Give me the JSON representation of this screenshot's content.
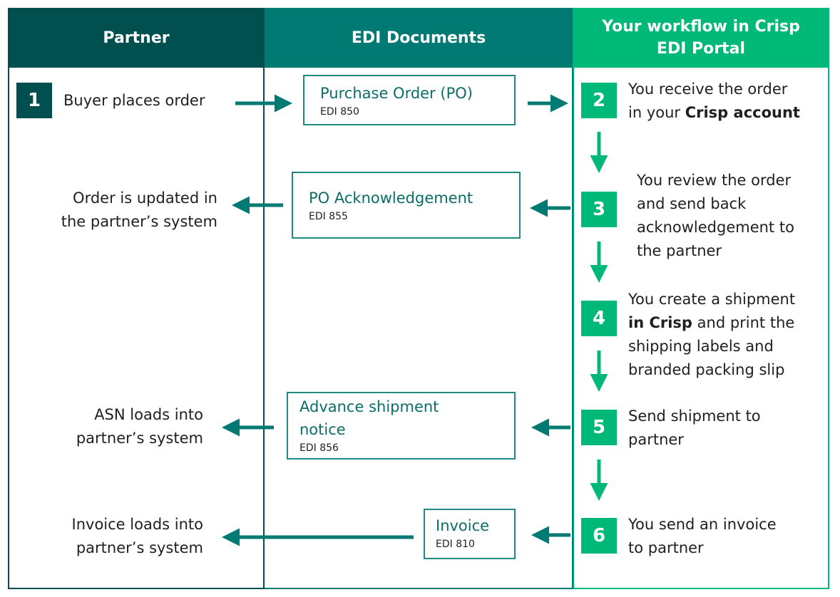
{
  "headers": {
    "partner": "Partner",
    "edi": "EDI Documents",
    "crisp": "Your workflow in Crisp EDI Portal"
  },
  "partner": {
    "step1_number": "1",
    "step1_text": "Buyer places order",
    "order_updated_line1": "Order is updated in",
    "order_updated_line2": "the partner’s system",
    "asn_line1": "ASN loads into",
    "asn_line2": "partner’s system",
    "invoice_line1": "Invoice loads into",
    "invoice_line2": "partner’s system"
  },
  "documents": {
    "po_title": "Purchase Order (PO)",
    "po_code": "EDI 850",
    "ack_title": "PO Acknowledgement",
    "ack_code": "EDI 855",
    "asn_title_line1": "Advance shipment",
    "asn_title_line2": "notice",
    "asn_code": "EDI 856",
    "invoice_title": "Invoice",
    "invoice_code": "EDI 810"
  },
  "crisp": {
    "step2_number": "2",
    "step2_line1": "You receive the order",
    "step2_line2_pre": "in your ",
    "step2_line2_bold": "Crisp account",
    "step3_number": "3",
    "step3_line1": "You review the order",
    "step3_line2": "and send back",
    "step3_line3": "acknowledgement to",
    "step3_line4": "the partner",
    "step4_number": "4",
    "step4_line1": "You create a shipment",
    "step4_line2_bold": "in Crisp",
    "step4_line2_post": " and print the",
    "step4_line3": "shipping labels and",
    "step4_line4": "branded packing slip",
    "step5_number": "5",
    "step5_line1": "Send shipment to",
    "step5_line2": "partner",
    "step6_number": "6",
    "step6_line1": "You send an invoice",
    "step6_line2": "to partner"
  },
  "colors": {
    "partner": "#014f4f",
    "edi": "#007a73",
    "crisp": "#00b877"
  }
}
